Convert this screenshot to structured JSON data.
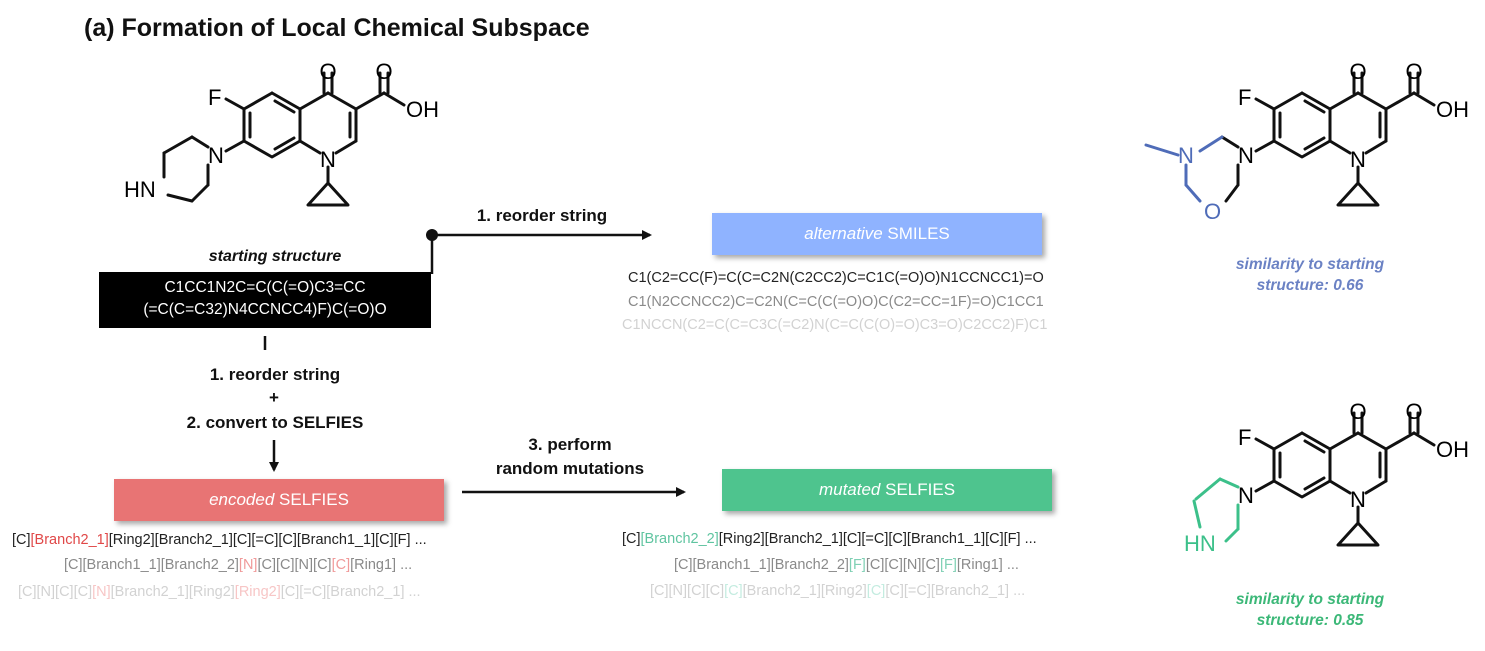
{
  "title": "(a) Formation of Local Chemical Subspace",
  "starting": {
    "caption": "starting structure",
    "smiles_line1": "C1CC1N2C=C(C(=O)C3=CC",
    "smiles_line2": "(=C(C=C32)N4CCNCC4)F)C(=O)O"
  },
  "atoms": {
    "F": "F",
    "O": "O",
    "OH": "OH",
    "N": "N",
    "HN": "HN"
  },
  "steps": {
    "reorder_top": "1. reorder string",
    "reorder_left": "1. reorder string",
    "plus": "+",
    "convert": "2. convert to SELFIES",
    "mutate_line1": "3. perform",
    "mutate_line2": "random mutations"
  },
  "boxes": {
    "smiles_italic": "alternative",
    "smiles_rest": " SMILES",
    "encoded_italic": "encoded",
    "encoded_rest": " SELFIES",
    "mutated_italic": "mutated",
    "mutated_rest": " SELFIES"
  },
  "alt_smiles": [
    "C1(C2=CC(F)=C(C=C2N(C2CC2)C=C1C(=O)O)N1CCNCC1)=O",
    "C1(N2CCNCC2)C=C2N(C=C(C(=O)O)C(C2=CC=1F)=O)C1CC1",
    "C1NCCN(C2=C(C=C3C(=C2)N(C=C(C(O)=O)C3=O)C2CC2)F)C1"
  ],
  "encoded": {
    "l1": [
      "[C]",
      "[Branch2_1]",
      "[Ring2][Branch2_1][C][=C][C][Branch1_1][C][F] ..."
    ],
    "l2": [
      "[C][Branch1_1][Branch2_2]",
      "[N]",
      "[C][C][N][C]",
      "[C]",
      "[Ring1] ..."
    ],
    "l3": [
      "[C][N][C][C]",
      "[N]",
      "[Branch2_1][Ring2]",
      "[Ring2]",
      "[C][=C][Branch2_1] ..."
    ]
  },
  "mutated": {
    "l1": [
      "[C]",
      "[Branch2_2]",
      "[Ring2][Branch2_1][C][=C][C][Branch1_1][C][F] ..."
    ],
    "l2": [
      "[C][Branch1_1][Branch2_2]",
      "[F]",
      "[C][C][N][C]",
      "[F]",
      "[Ring1] ..."
    ],
    "l3": [
      "[C][N][C][C]",
      "[C]",
      "[Branch2_1][Ring2]",
      "[C]",
      "[C][=C][Branch2_1] ..."
    ]
  },
  "similarity": {
    "top_line1": "similarity to starting",
    "top_line2": "structure: 0.66",
    "bottom_line1": "similarity to starting",
    "bottom_line2": "structure: 0.85"
  },
  "colors": {
    "smiles_box": "#8fb3ff",
    "encoded_box": "#e87474",
    "mutated_box": "#4ec48e",
    "top_similarity": "#6b82c4",
    "bottom_similarity": "#3cb878",
    "top_ring": "#4f6cb8",
    "bottom_ring": "#3cc08a"
  }
}
